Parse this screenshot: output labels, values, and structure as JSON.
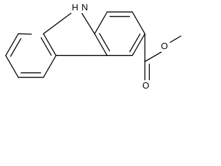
{
  "molecule": {
    "atoms": {
      "nh": "H",
      "n": "N",
      "carbonyl_o": "O",
      "ester_o": "O"
    }
  },
  "colors": {
    "background": "#ffffff",
    "bond": "#000000",
    "label": "#000000"
  }
}
